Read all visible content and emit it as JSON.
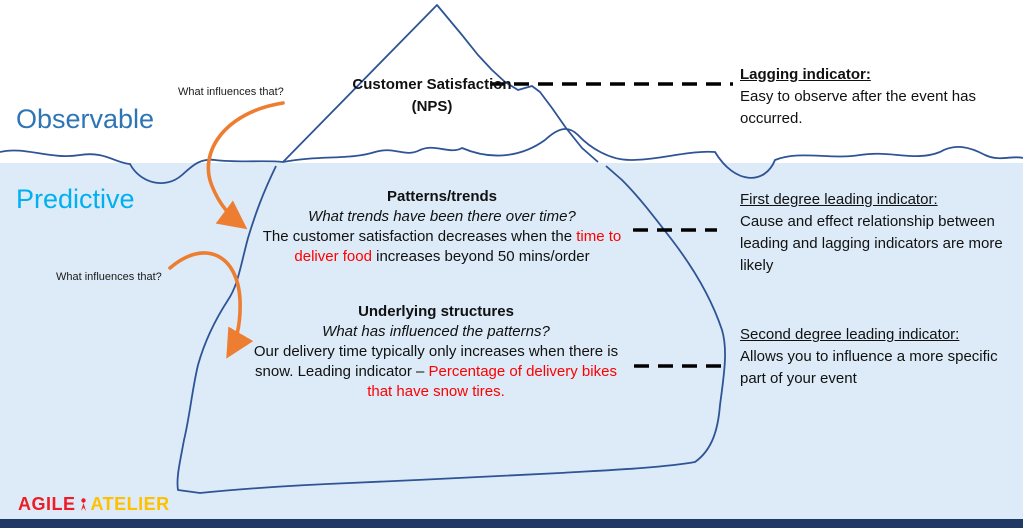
{
  "zones": {
    "observable": "Observable",
    "predictive": "Predictive"
  },
  "iceberg": {
    "peak_title": "Customer Satisfaction (NPS)",
    "patterns": {
      "title": "Patterns/trends",
      "question": "What trends have been there over time?",
      "body_part1": "The customer satisfaction decreases when the ",
      "body_red": "time to deliver food",
      "body_part2": " increases beyond 50 mins/order"
    },
    "structures": {
      "title": "Underlying structures",
      "question": "What has influenced the patterns?",
      "body_part1": "Our delivery time typically only increases when there is snow. Leading indicator – ",
      "body_red": "Percentage of delivery bikes that have snow tires."
    }
  },
  "annotations": [
    {
      "heading": "Lagging indicator:",
      "body": "Easy to observe after the event has occurred."
    },
    {
      "heading": "First degree leading indicator:",
      "body": "Cause and effect relationship between leading and lagging indicators are more likely"
    },
    {
      "heading": "Second degree leading indicator:",
      "body": "Allows you to influence a more specific part of your event"
    }
  ],
  "arrow_labels": {
    "top": "What influences that?",
    "left": "What influences that?"
  },
  "logo": {
    "part1": "AGILE",
    "part2": "ATELIER"
  },
  "colors": {
    "accent_orange": "#ED7D31",
    "highlight_red": "#FF0000",
    "observable_blue": "#2E75B6",
    "predictive_blue": "#00B0F0",
    "iceberg_stroke": "#2F5496",
    "water_fill": "#DCEBF7",
    "bottom_bar": "#203864"
  }
}
